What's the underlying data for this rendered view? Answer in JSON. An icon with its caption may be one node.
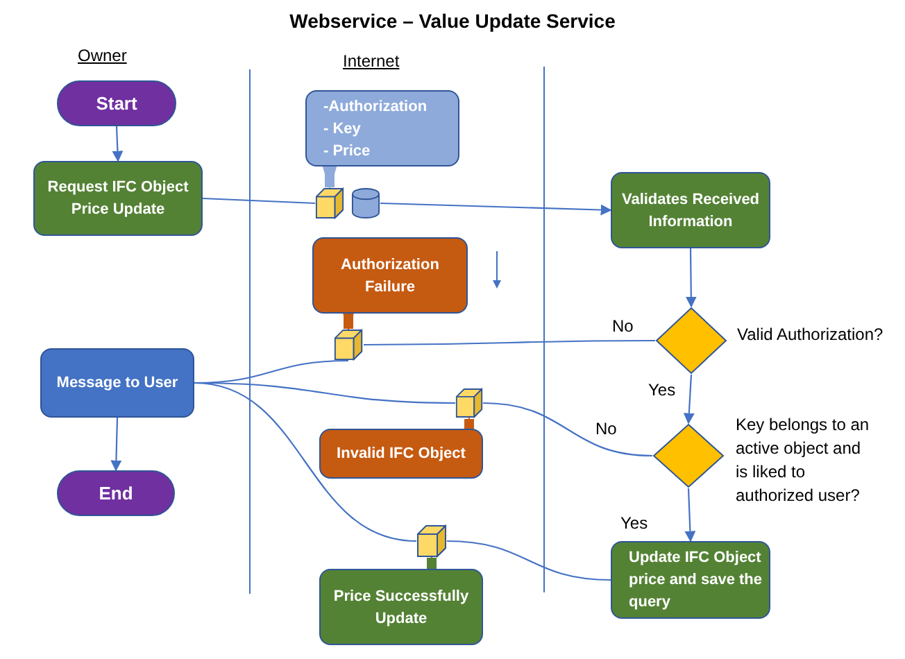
{
  "diagram": {
    "title": "Webservice – Value Update Service",
    "nodes": [
      {
        "text": [
          "Start"
        ]
      },
      {
        "text": [
          "Request IFC Object Price Update"
        ]
      },
      {
        "text": [
          "-Authorization",
          "- Key",
          "- Price"
        ]
      },
      {
        "text": [],
        "shape": "cube"
      },
      {
        "text": [],
        "shape": "cylinder"
      },
      {
        "text": [
          "Validates Received Information"
        ]
      },
      {
        "text": [
          "Authorization Failure"
        ]
      },
      {
        "text": [],
        "shape": "cube"
      },
      {
        "text": [],
        "shape": "diamond",
        "beside": [
          "Valid Authorization?"
        ]
      },
      {
        "text": [
          "Message to User"
        ]
      },
      {
        "text": [],
        "shape": "cube"
      },
      {
        "text": [
          "Invalid IFC Object"
        ]
      },
      {
        "text": [],
        "shape": "diamond",
        "beside": [
          "Key belongs to an active object and is liked to authorized user?"
        ]
      },
      {
        "text": [
          "End"
        ]
      },
      {
        "text": [],
        "shape": "cube"
      },
      {
        "text": [
          "Update IFC Object price and save the query"
        ]
      },
      {
        "text": [
          "Price Successfully Update"
        ]
      }
    ],
    "edges": [
      {
        "from": 0,
        "to": 1,
        "arrow": "to"
      },
      {
        "from": 1,
        "to": 3,
        "arrow": "none"
      },
      {
        "from": 4,
        "to": 5,
        "arrow": "to"
      },
      {
        "from": 2,
        "to": 3,
        "arrow": "to",
        "style": "thick",
        "color": "#8eaadb"
      },
      {
        "from": 5,
        "to": 8,
        "arrow": "to"
      },
      {
        "from": 8,
        "to": 7,
        "arrow": "none",
        "label": "No"
      },
      {
        "from": 7,
        "to": 9,
        "arrow": "none"
      },
      {
        "from": 6,
        "to": 7,
        "arrow": "to",
        "style": "thick",
        "color": "#c55a11"
      },
      {
        "from": 8,
        "to": 12,
        "arrow": "to",
        "label": "Yes"
      },
      {
        "from": 12,
        "to": 10,
        "arrow": "none",
        "label": "No"
      },
      {
        "from": 10,
        "to": 9,
        "arrow": "none"
      },
      {
        "from": 11,
        "to": 10,
        "arrow": "to",
        "style": "thick",
        "color": "#c55a11"
      },
      {
        "from": 12,
        "to": 15,
        "arrow": "to",
        "label": "Yes"
      },
      {
        "from": 15,
        "to": 14,
        "arrow": "none"
      },
      {
        "from": 14,
        "to": 9,
        "arrow": "none"
      },
      {
        "from": 16,
        "to": 14,
        "arrow": "to",
        "style": "thick",
        "color": "#548235"
      },
      {
        "from": 9,
        "to": 13,
        "arrow": "to"
      }
    ],
    "labels": [
      "Owner",
      "Internet"
    ]
  }
}
